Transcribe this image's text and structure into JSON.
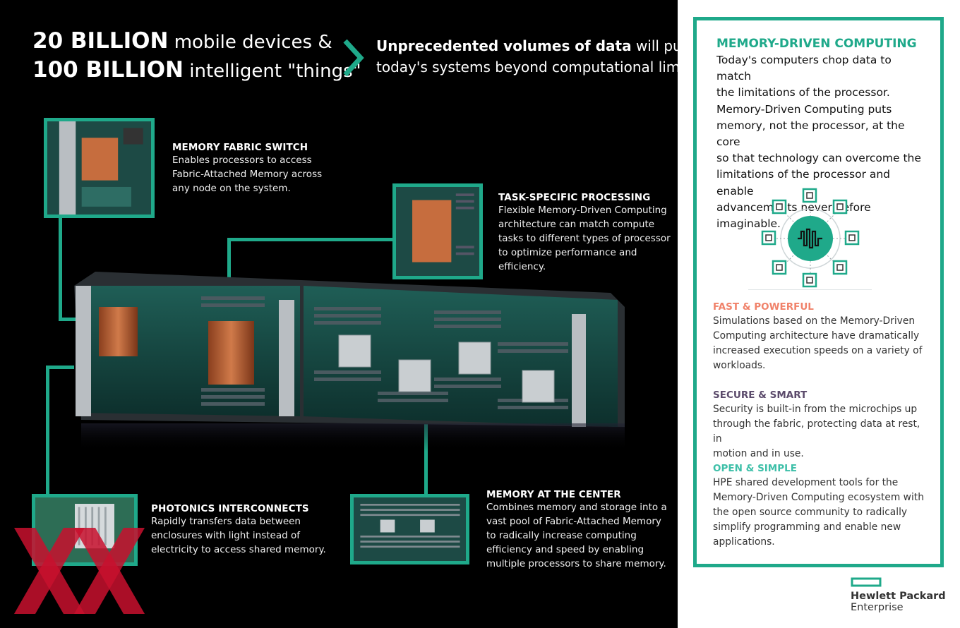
{
  "headline": {
    "line1_big": "20 BILLION",
    "line1_small": " mobile devices &",
    "line2_big": "100 BILLION",
    "line2_small": " intelligent \"things\"",
    "sub1_bold": "Unprecedented volumes of data",
    "sub1_rest": " will push",
    "sub2": "today's systems beyond computational limits"
  },
  "callouts": {
    "memory_fabric": {
      "title": "MEMORY FABRIC SWITCH",
      "lines": [
        "Enables processors to access",
        "Fabric-Attached Memory across",
        "any node on the system."
      ]
    },
    "task_specific": {
      "title": "TASK-SPECIFIC PROCESSING",
      "lines": [
        "Flexible Memory-Driven Computing",
        "architecture can match compute",
        "tasks to different types of processor",
        "to optimize performance and",
        "efficiency."
      ]
    },
    "photonics": {
      "title": "PHOTONICS INTERCONNECTS",
      "lines": [
        "Rapidly transfers data between",
        "enclosures with light instead of",
        "electricity to access shared memory."
      ]
    },
    "memory_center": {
      "title": "MEMORY AT THE CENTER",
      "lines": [
        "Combines memory and storage into a",
        "vast pool of Fabric-Attached Memory",
        "to radically increase computing",
        "efficiency and speed by enabling",
        "multiple processors to share memory."
      ]
    }
  },
  "panel": {
    "title": "MEMORY-DRIVEN COMPUTING",
    "intro_lines": [
      "Today's computers chop data to match",
      "the limitations of the processor.",
      "Memory-Driven Computing puts",
      "memory, not the processor, at the core",
      "so that technology can overcome the",
      "limitations of the processor and enable",
      "advancements never before",
      "imaginable."
    ],
    "sections": [
      {
        "title": "FAST & POWERFUL",
        "color": "#f0826a",
        "lines": [
          "Simulations based on the Memory-Driven",
          "Computing architecture have dramatically",
          "increased execution speeds on a variety of",
          "workloads."
        ]
      },
      {
        "title": "SECURE & SMART",
        "color": "#5b4a6b",
        "lines": [
          "Security is built-in from the microchips up",
          "through the fabric, protecting data at rest, in",
          "motion and in use."
        ]
      },
      {
        "title": "OPEN & SIMPLE",
        "color": "#3dbfa8",
        "lines": [
          "HPE shared development tools for the",
          "Memory-Driven Computing ecosystem with",
          "the open source community to radically",
          "simplify programming and enable new",
          "applications."
        ]
      }
    ]
  },
  "logo": {
    "name": "Hewlett Packard",
    "sub": "Enterprise"
  },
  "colors": {
    "accent": "#1fa98a",
    "background": "#000000",
    "logo_red": "#c8102e"
  },
  "icons": {
    "chevron": "chevron-right-icon",
    "center": "waveform-icon",
    "node": "chip-node-icon",
    "watermark": "xx-watermark-logo"
  }
}
